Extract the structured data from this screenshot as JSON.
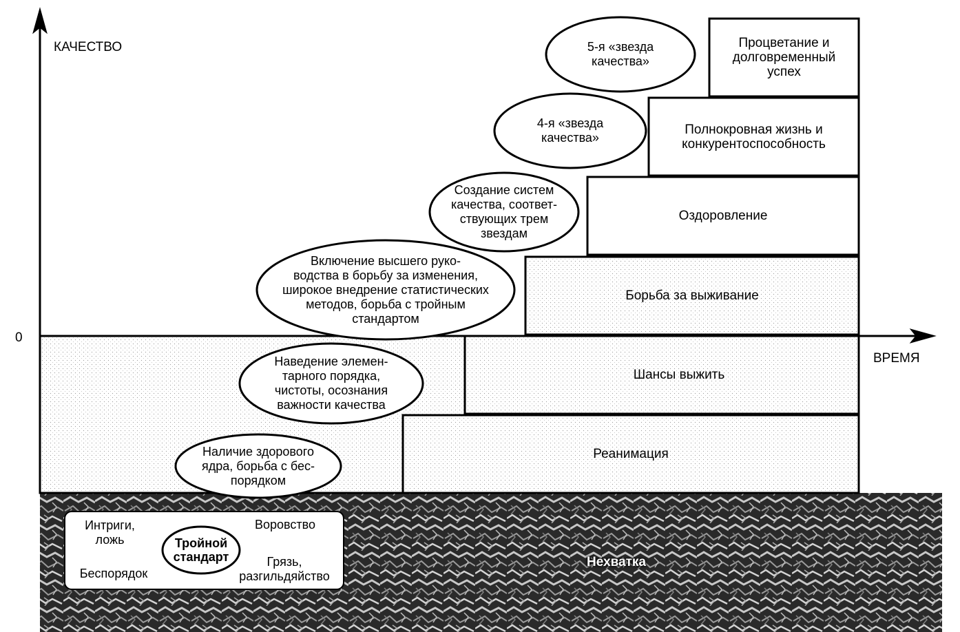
{
  "axes": {
    "y_label": "КАЧЕСТВО",
    "x_label": "ВРЕМЯ",
    "zero_label": "0"
  },
  "stages": [
    {
      "label": "Реанимация"
    },
    {
      "label": "Шансы выжить"
    },
    {
      "label": "Борьба за выживание"
    },
    {
      "label": "Оздоровление"
    },
    {
      "label": "Полнокровная жизнь и\nконкурентоспособность"
    },
    {
      "label": "Процветание и\nдолговременный\nуспех"
    }
  ],
  "actions": [
    {
      "label": "Наличие здорового\nядра, борьба с бес-\nпорядком"
    },
    {
      "label": "Наведение элемен-\nтарного порядка,\nчистоты, осознания\nважности качества"
    },
    {
      "label": "Включение высшего руко-\nводства в борьбу за изменения,\nширокое внедрение статистических\nметодов, борьба с тройным\nстандартом"
    },
    {
      "label": "Создание систем\nкачества, соответ-\nствующих трем\nзвездам"
    },
    {
      "label": "4-я «звезда\nкачества»"
    },
    {
      "label": "5-я «звезда\nкачества»"
    }
  ],
  "ground": {
    "label": "Нехватка",
    "items": {
      "intrigues": "Интриги,\nложь",
      "theft": "Воровство",
      "disorder": "Беспорядок",
      "dirt": "Грязь,\nразгильдяйство",
      "core": "Тройной\nстандарт"
    }
  },
  "colors": {
    "ink": "#000000",
    "paper": "#ffffff",
    "ground_dark": "#2a2a2a",
    "ground_light": "#bdbdbd"
  }
}
